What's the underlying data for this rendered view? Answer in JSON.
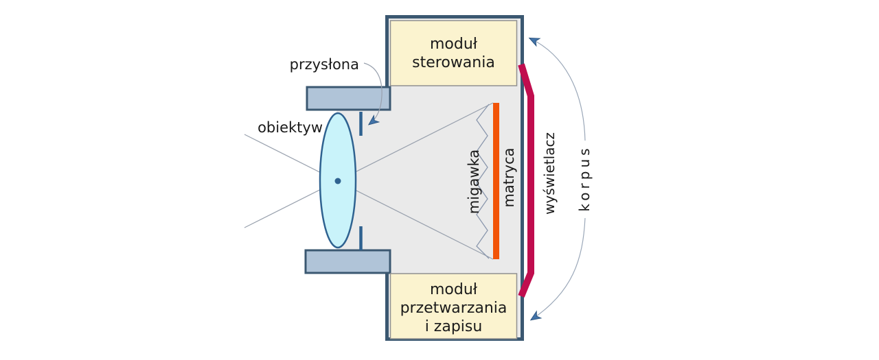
{
  "diagram": {
    "type": "schematic",
    "subject": "digital-camera-cross-section",
    "labels": {
      "aperture": "przysłona",
      "lens": "obiektyw",
      "shutter": "migawka",
      "sensor": "matryca",
      "display": "wyświetlacz",
      "body": "korpus"
    },
    "modules": {
      "control": {
        "line1": "moduł",
        "line2": "sterowania"
      },
      "processing": {
        "line1": "moduł",
        "line2": "przetwarzania",
        "line3": "i zapisu"
      }
    },
    "colors": {
      "background": "#ffffff",
      "body_outline": "#3b5871",
      "body_interior": "#eaeaea",
      "module_fill": "#fbf3cf",
      "module_border": "#909090",
      "barrel_fill": "#b0c4d8",
      "lens_fill": "#c9f3fa",
      "lens_outline": "#2f6290",
      "sensor_orange": "#f25408",
      "display_crimson": "#c00d4e",
      "arrow_blue": "#4273a8",
      "ray_gray": "#98a0ad",
      "text": "#1a1a1a"
    }
  }
}
